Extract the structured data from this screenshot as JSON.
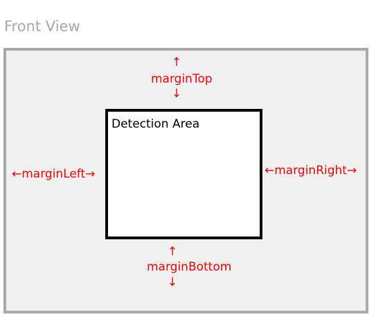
{
  "view": {
    "title": "Front View"
  },
  "detection_area": {
    "label": "Detection Area"
  },
  "margins": {
    "top": {
      "label": "marginTop",
      "arrow_up": "↑",
      "arrow_down": "↓"
    },
    "bottom": {
      "label": "marginBottom",
      "arrow_up": "↑",
      "arrow_down": "↓"
    },
    "left": {
      "label": "←marginLeft→"
    },
    "right": {
      "label": "←marginRight→"
    }
  },
  "colors": {
    "title_gray": "#a8a8a8",
    "frame_border": "#aaaaaa",
    "frame_fill": "#f0f0f0",
    "detection_border": "#000000",
    "annotation_red": "#ee0000"
  }
}
